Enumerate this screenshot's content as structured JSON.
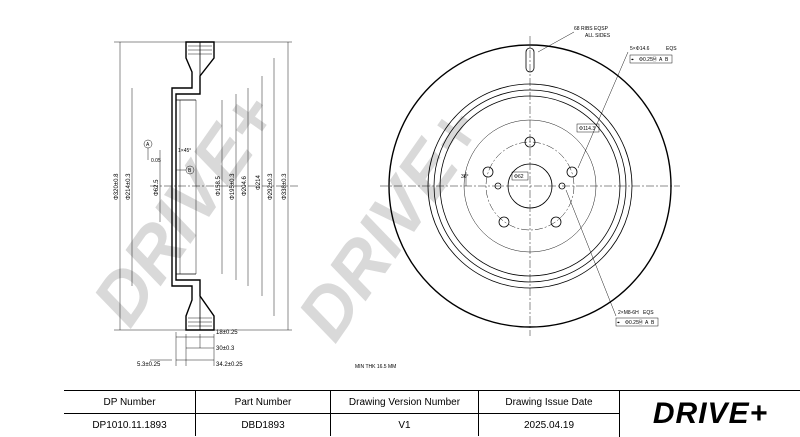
{
  "watermark": {
    "text": "DRIVE+"
  },
  "side_view": {
    "diameters": [
      "Φ320±0.8",
      "Φ214±0.3",
      "Φ62.5",
      "Φ158.5",
      "Φ195±0.3",
      "Φ204.6",
      "Φ214",
      "Φ292±0.3",
      "Φ338±0.3"
    ],
    "chamfer": "1×45°",
    "datum_a": "A",
    "datum_b": "B",
    "tolerance_note": "0.05",
    "depth_dims": [
      "18±0.25",
      "30±0.3",
      "34.2±0.25",
      "5.3±0.25"
    ]
  },
  "front_view": {
    "ribs_note": [
      "68 RIBS EQSP",
      "ALL SIDES"
    ],
    "bolt_holes": "5×Φ14.6",
    "bolt_holes_pos": "EQS",
    "bolt_fcf": [
      "⌖",
      "Φ0.25",
      "Ⓜ",
      "A",
      "B"
    ],
    "pcd": "Φ114.3",
    "center_hole": "Φ62",
    "angle": "36°",
    "threaded_holes": "2×M8-6H",
    "threaded_pos": "EQS",
    "threaded_fcf": [
      "⌖",
      "Φ0.25",
      "Ⓜ",
      "A",
      "B"
    ]
  },
  "min_thk": "MIN THK 16.5 MM",
  "title_block": {
    "headers": [
      "DP Number",
      "Part Number",
      "Drawing Version Number",
      "Drawing Issue Date"
    ],
    "values": [
      "DP1010.11.1893",
      "DBD1893",
      "V1",
      "2025.04.19"
    ],
    "logo": "DRIVE+"
  }
}
